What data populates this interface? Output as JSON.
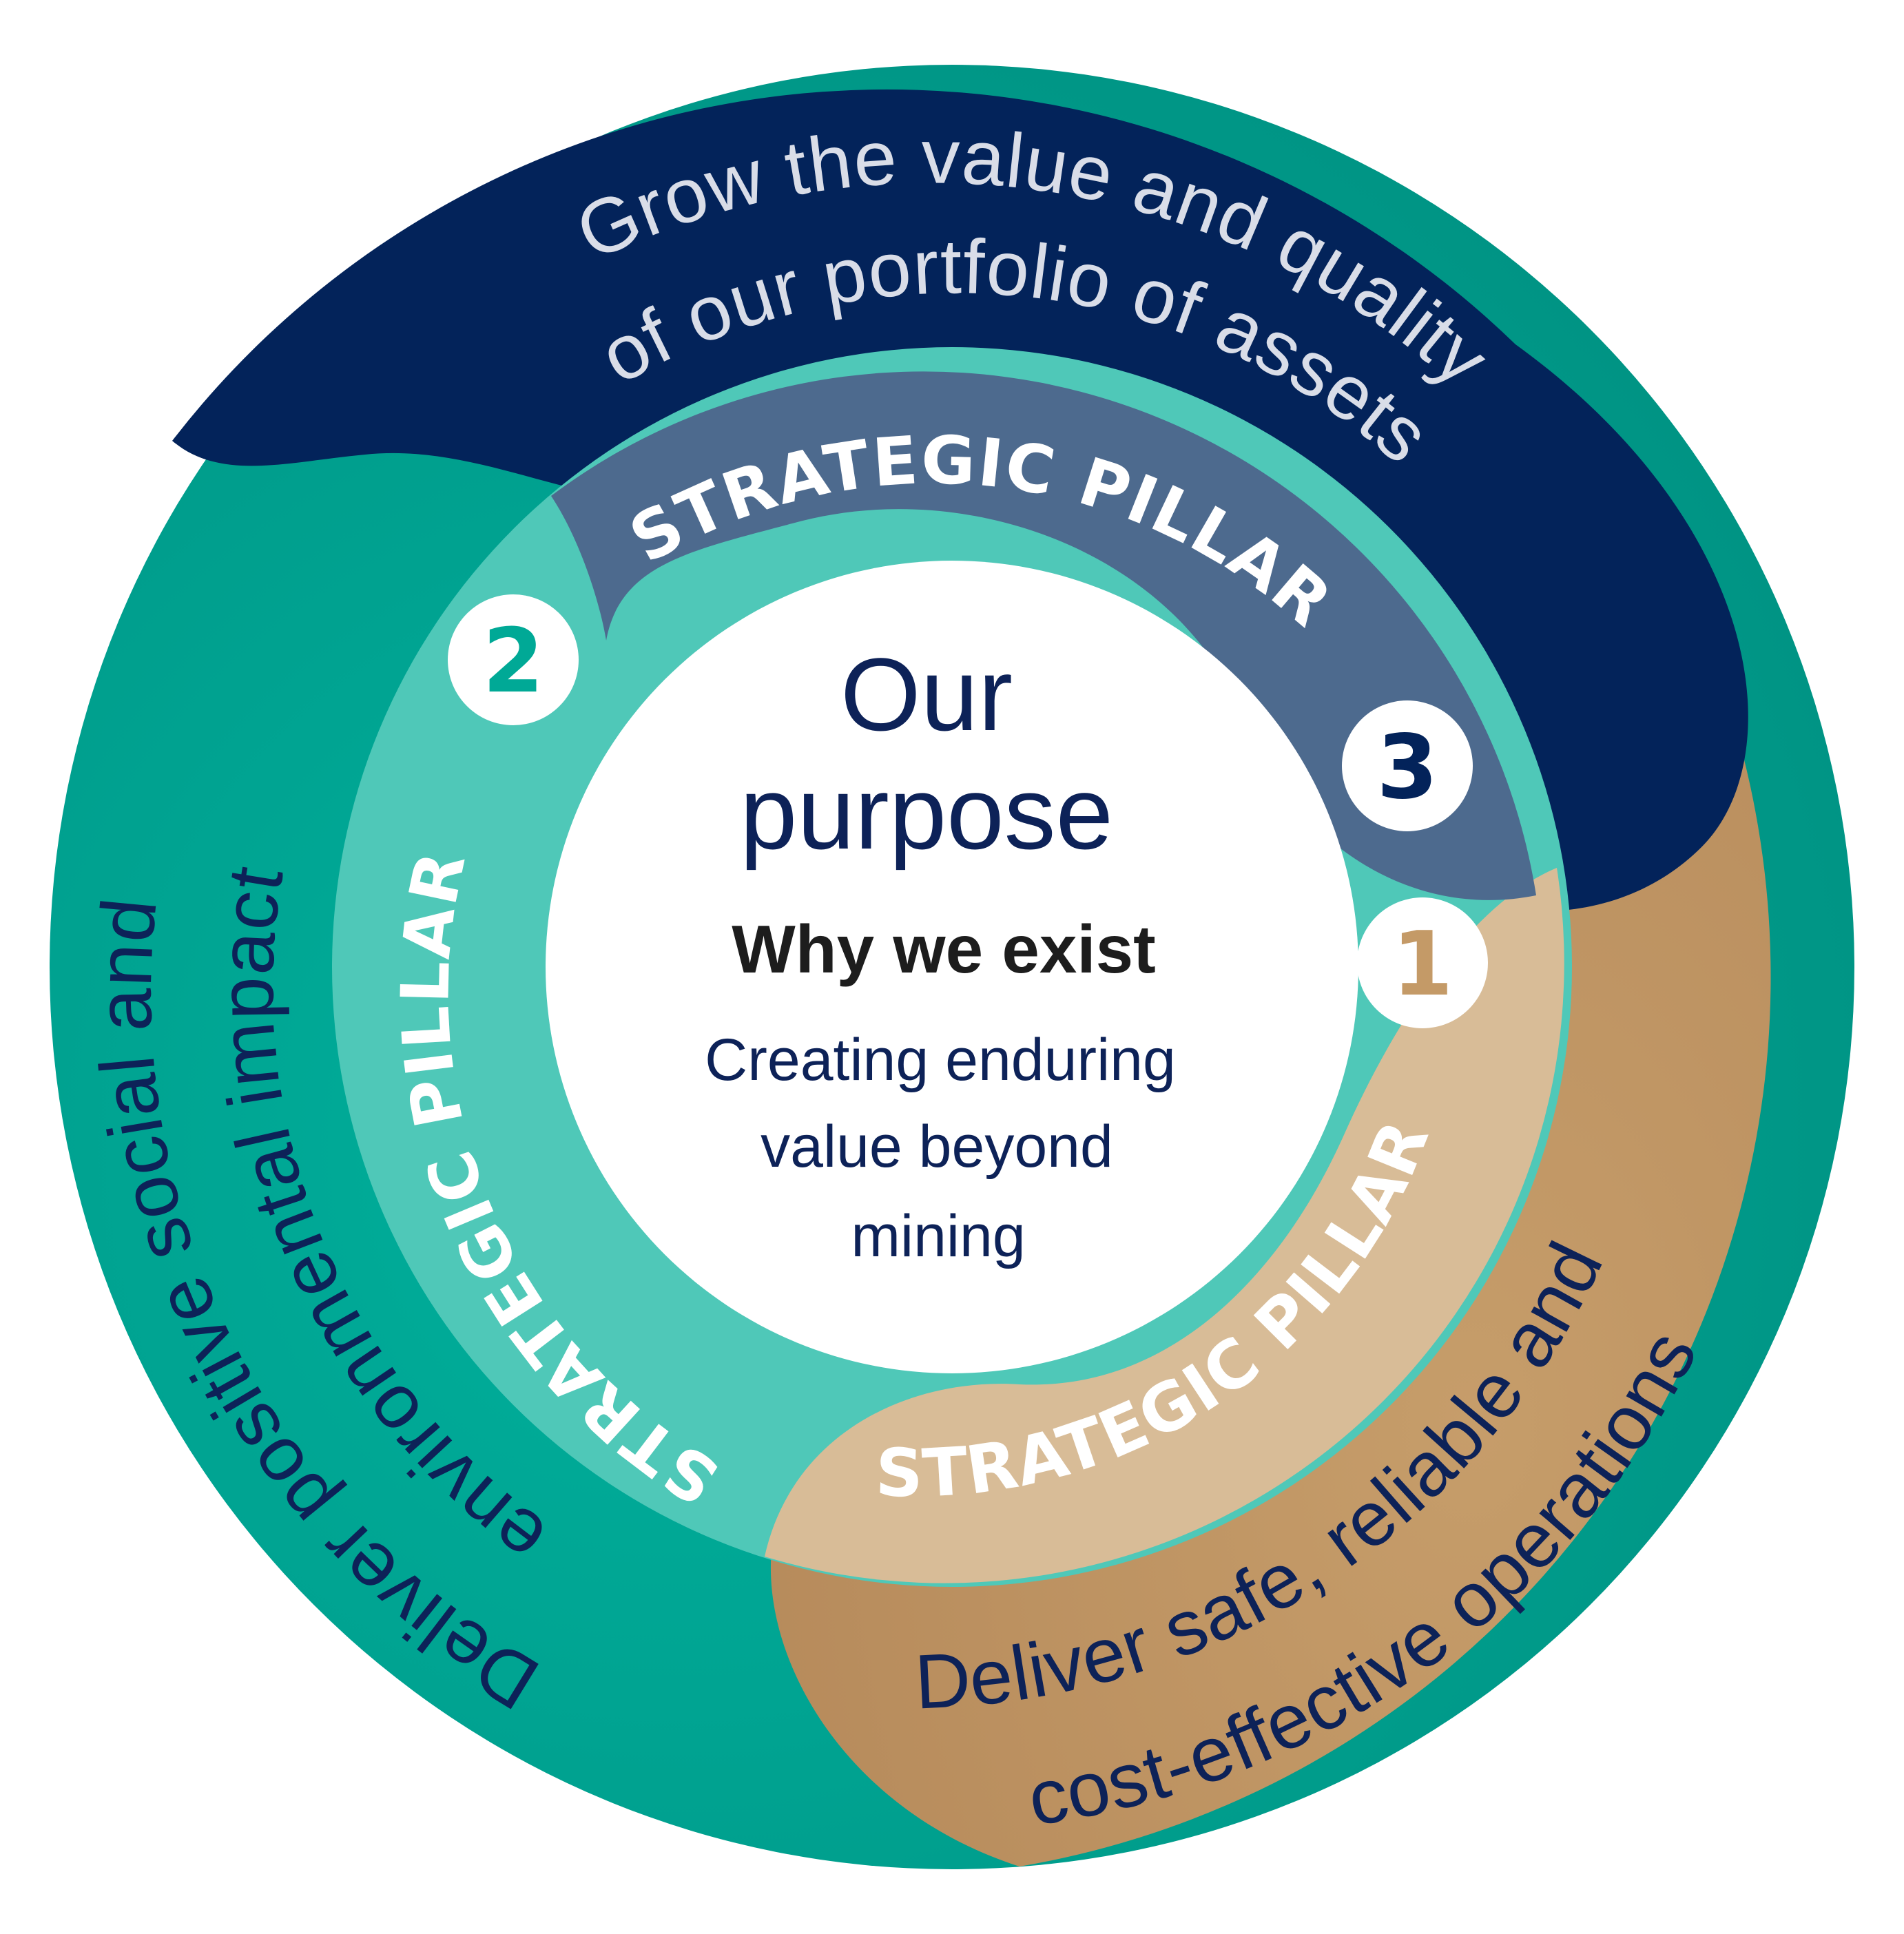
{
  "center": {
    "title_line1": "Our",
    "title_line2": "purpose",
    "subtitle": "Why we exist",
    "body_line1": "Creating enduring",
    "body_line2": "value beyond",
    "body_line3": "mining"
  },
  "pillars": [
    {
      "number": "1",
      "label": "STRATEGIC PILLAR",
      "outer_line1": "Deliver safe, reliable and",
      "outer_line2": "cost-effective operations",
      "color": "#c49a67"
    },
    {
      "number": "2",
      "label": "STRATEGIC PILLAR",
      "outer_line1": "Deliver positive social and",
      "outer_line2": "environmental impact",
      "color": "#00a996"
    },
    {
      "number": "3",
      "label": "STRATEGIC PILLAR",
      "outer_line1": "Grow the value and quality",
      "outer_line2": "of our portfolio of assets",
      "color": "#03235a"
    }
  ],
  "colors": {
    "navy": "#03235a",
    "teal": "#00a996",
    "tan": "#c49a67",
    "white": "#ffffff",
    "text_dark": "#1d1d1d"
  }
}
